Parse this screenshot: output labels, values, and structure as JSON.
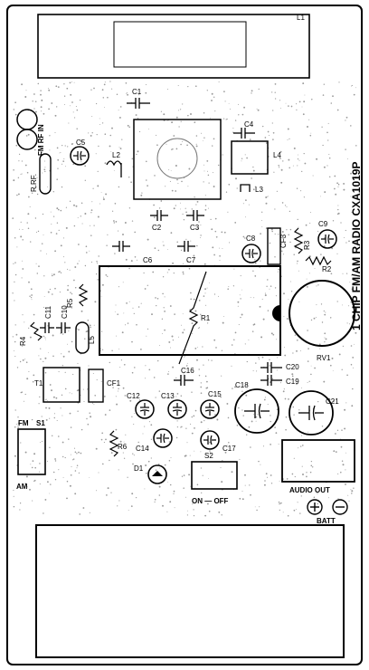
{
  "board": {
    "side_title": "1 CHIP FM/AM RADIO CXA1019P",
    "labels": {
      "L1": "L1",
      "FM_RF_IN": "FM RF IN",
      "C1": "C1",
      "C4": "C4",
      "L4": "L4",
      "C5": "C5",
      "L2": "L2",
      "R_RF": "R.RF.",
      "L3": "L3",
      "C2": "C2",
      "C3": "C3",
      "CF3": "CF3",
      "C9": "C9",
      "R3": "R3",
      "C6": "C6",
      "C7": "C7",
      "C8": "C8",
      "R2": "R2",
      "R5": "R5",
      "R1": "R1",
      "C11": "C11",
      "C10": "C10",
      "R4": "R4",
      "L5": "L5",
      "RV1": "RV1",
      "C16": "C16",
      "C20": "C20",
      "C19": "C19",
      "T1": "T1",
      "CF1": "CF1",
      "C12": "C12",
      "C13": "C13",
      "C15": "C15",
      "C18": "C18",
      "C21": "C21",
      "FM": "FM",
      "S1": "S1",
      "R6": "R6",
      "C14": "C14",
      "C17": "C17",
      "AM": "AM",
      "D1": "D1",
      "S2": "S2",
      "ON_OFF": "ON — OFF",
      "AUDIO_OUT": "AUDIO OUT",
      "BATT": "BATT"
    }
  }
}
